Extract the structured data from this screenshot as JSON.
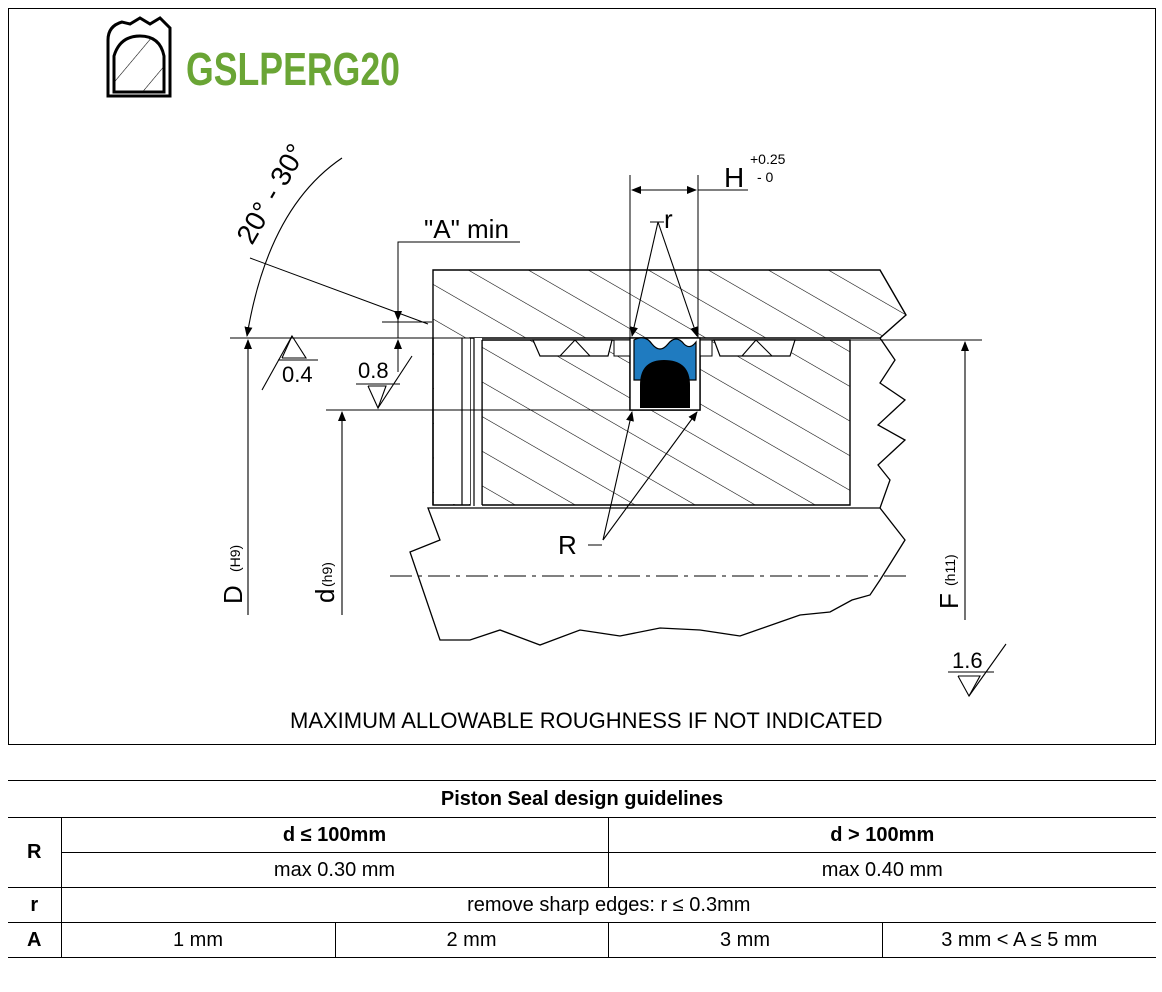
{
  "logo": {
    "text": "GSLPERG20",
    "color": "#6aa535"
  },
  "drawing": {
    "angle_label": "20° - 30°",
    "a_min_label": "\"A\" min",
    "h_label": "H",
    "h_tol_upper": "+0.25",
    "h_tol_lower": "- 0",
    "r_small_label": "r",
    "r_large_label": "R",
    "d_bore_label": "D",
    "d_bore_tol": "(H9)",
    "d_rod_label": "d",
    "d_rod_tol": "(h9)",
    "f_label": "F",
    "f_tol": "(h11)",
    "roughness_04": "0.4",
    "roughness_08": "0.8",
    "roughness_16": "1.6",
    "note": "MAXIMUM ALLOWABLE ROUGHNESS IF NOT INDICATED",
    "colors": {
      "seal_ring": "#1f7bc0",
      "o_ring": "#000000"
    }
  },
  "table": {
    "title": "Piston Seal design guidelines",
    "rows": {
      "R": {
        "label": "R",
        "col1_header": "d ≤ 100mm",
        "col2_header": "d > 100mm",
        "col1_value": "max 0.30 mm",
        "col2_value": "max 0.40 mm"
      },
      "r": {
        "label": "r",
        "value": "remove sharp edges: r  ≤ 0.3mm"
      },
      "A": {
        "label": "A",
        "values": [
          "1 mm",
          "2 mm",
          "3 mm",
          "3 mm < A ≤ 5 mm"
        ]
      }
    }
  }
}
